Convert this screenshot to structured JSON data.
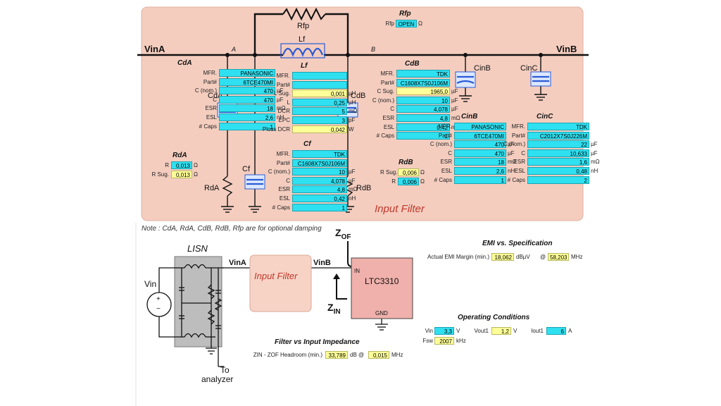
{
  "nodes": {
    "vina": "VinA",
    "vinb": "VinB",
    "a": "A",
    "b": "B"
  },
  "components": {
    "rfp": "Rfp",
    "lf": "Lf",
    "cda": "CdA",
    "cdb": "CdB",
    "cinb": "CinB",
    "cinc": "CinC",
    "cf": "Cf",
    "rda": "RdA",
    "rdb": "RdB"
  },
  "filter_title": "Input Filter",
  "note": "Note : CdA, RdA, CdB, RdB, Rfp are for optional damping",
  "rfp": {
    "title": "Rfp",
    "label": "Rfp",
    "value": "OPEN",
    "unit": "Ω"
  },
  "cda": {
    "title": "CdA",
    "rows": [
      {
        "label": "MFR.",
        "value": "PANASONIC",
        "unit": ""
      },
      {
        "label": "Part#",
        "value": "6TCE470MI",
        "unit": ""
      },
      {
        "label": "C (nom.)",
        "value": "470",
        "unit": "µF"
      },
      {
        "label": "C",
        "value": "470",
        "unit": "µF"
      },
      {
        "label": "ESR",
        "value": "18",
        "unit": "mΩ"
      },
      {
        "label": "ESL",
        "value": "2,6",
        "unit": "nH"
      },
      {
        "label": "# Caps",
        "value": "1",
        "unit": ""
      }
    ]
  },
  "lf": {
    "title": "Lf",
    "rows": [
      {
        "label": "MFR.",
        "value": "",
        "unit": "",
        "style": "cyan"
      },
      {
        "label": "Part#",
        "value": "",
        "unit": "",
        "style": "cyan"
      },
      {
        "label": "L Sug.",
        "value": "0,001",
        "unit": "µH",
        "style": "yel"
      },
      {
        "label": "L",
        "value": "0,25",
        "unit": "µH",
        "style": "cyan"
      },
      {
        "label": "DCR",
        "value": "5",
        "unit": "mΩ",
        "style": "cyan"
      },
      {
        "label": "EPC",
        "value": "3",
        "unit": "pF",
        "style": "cyan"
      },
      {
        "label": "Ploss DCR",
        "value": "0,042",
        "unit": "W",
        "style": "yel"
      }
    ]
  },
  "cf": {
    "title": "Cf",
    "rows": [
      {
        "label": "MFR.",
        "value": "TDK",
        "unit": ""
      },
      {
        "label": "Part#",
        "value": "C1608X7S0J106M",
        "unit": ""
      },
      {
        "label": "C (nom.)",
        "value": "10",
        "unit": "µF"
      },
      {
        "label": "C",
        "value": "4,078",
        "unit": "µF"
      },
      {
        "label": "ESR",
        "value": "4,8",
        "unit": "mΩ"
      },
      {
        "label": "ESL",
        "value": "0,42",
        "unit": "nH"
      },
      {
        "label": "# Caps",
        "value": "1",
        "unit": ""
      }
    ]
  },
  "cdb": {
    "title": "CdB",
    "rows": [
      {
        "label": "MFR.",
        "value": "TDK",
        "unit": "",
        "style": "cyan"
      },
      {
        "label": "Part#",
        "value": "C1608X7S0J106M",
        "unit": "",
        "style": "cyan"
      },
      {
        "label": "C Sug.",
        "value": "1965,0",
        "unit": "µF",
        "style": "yel"
      },
      {
        "label": "C (nom.)",
        "value": "10",
        "unit": "µF",
        "style": "cyan"
      },
      {
        "label": "C",
        "value": "4,078",
        "unit": "µF",
        "style": "cyan"
      },
      {
        "label": "ESR",
        "value": "4,8",
        "unit": "mΩ",
        "style": "cyan"
      },
      {
        "label": "ESL",
        "value": "0,42",
        "unit": "nH",
        "style": "cyan"
      },
      {
        "label": "# Caps",
        "value": "1",
        "unit": "",
        "style": "cyan"
      }
    ]
  },
  "cinb": {
    "title": "CinB",
    "rows": [
      {
        "label": "MFR.",
        "value": "PANASONIC",
        "unit": ""
      },
      {
        "label": "Part#",
        "value": "6TCE470MI",
        "unit": ""
      },
      {
        "label": "C (nom.)",
        "value": "470",
        "unit": "µF"
      },
      {
        "label": "C",
        "value": "470",
        "unit": "µF"
      },
      {
        "label": "ESR",
        "value": "18",
        "unit": "mΩ"
      },
      {
        "label": "ESL",
        "value": "2,6",
        "unit": "nH"
      },
      {
        "label": "# Caps",
        "value": "1",
        "unit": ""
      }
    ]
  },
  "cinc": {
    "title": "CinC",
    "rows": [
      {
        "label": "MFR.",
        "value": "TDK",
        "unit": ""
      },
      {
        "label": "Part#",
        "value": "C2012X7S0J226M",
        "unit": ""
      },
      {
        "label": "C (nom.)",
        "value": "22",
        "unit": "µF"
      },
      {
        "label": "C",
        "value": "10,633",
        "unit": "µF"
      },
      {
        "label": "ESR",
        "value": "1,6",
        "unit": "mΩ"
      },
      {
        "label": "ESL",
        "value": "0,48",
        "unit": "nH"
      },
      {
        "label": "# Caps",
        "value": "2",
        "unit": ""
      }
    ]
  },
  "rda": {
    "title": "RdA",
    "rows": [
      {
        "label": "R",
        "value": "0,013",
        "unit": "Ω",
        "style": "cyan"
      },
      {
        "label": "R Sug.",
        "value": "0,013",
        "unit": "Ω",
        "style": "yel"
      }
    ]
  },
  "rdb": {
    "title": "RdB",
    "rows": [
      {
        "label": "R Sug.",
        "value": "0,006",
        "unit": "Ω",
        "style": "yel"
      },
      {
        "label": "R",
        "value": "0,006",
        "unit": "Ω",
        "style": "cyan"
      }
    ]
  },
  "lisn": {
    "title": "LISN",
    "vin": "Vin",
    "plus": "+",
    "minus": "−",
    "to": "To",
    "analyzer": "analyzer"
  },
  "bottom": {
    "vina": "VinA",
    "vinb": "VinB",
    "filter": "Input Filter",
    "chip": "LTC3310",
    "in": "IN",
    "gnd": "GND",
    "zof": "Z",
    "zof_sub": "OF",
    "zin": "Z",
    "zin_sub": "IN"
  },
  "emi": {
    "title": "EMI vs. Specification",
    "label": "Actual EMI Margin (min.)",
    "value": "18,062",
    "unit": "dBµV",
    "at": "@",
    "freq": "58,203",
    "freq_unit": "MHz"
  },
  "fvi": {
    "title": "Filter vs Input Impedance",
    "label": "ZIN - ZOF Headroom (min.)",
    "value": "33,789",
    "unit": "dB @",
    "freq": "0,015",
    "freq_unit": "MHz"
  },
  "op": {
    "title": "Operating Conditions",
    "vin_label": "Vin",
    "vin": "3,3",
    "vin_unit": "V",
    "vout_label": "Vout1",
    "vout": "1,2",
    "vout_unit": "V",
    "iout_label": "Iout1",
    "iout": "6",
    "iout_unit": "A",
    "fsw_label": "Fsw",
    "fsw": "2007",
    "fsw_unit": "kHz"
  },
  "colors": {
    "panel": "#f4cdbf",
    "cyan": "#2fe0f0",
    "yellow": "#ffff99",
    "cap": "#2a5bd6",
    "chip": "#f0b0ab",
    "lisn": "#bdbdbd",
    "title_red": "#c0392b"
  }
}
